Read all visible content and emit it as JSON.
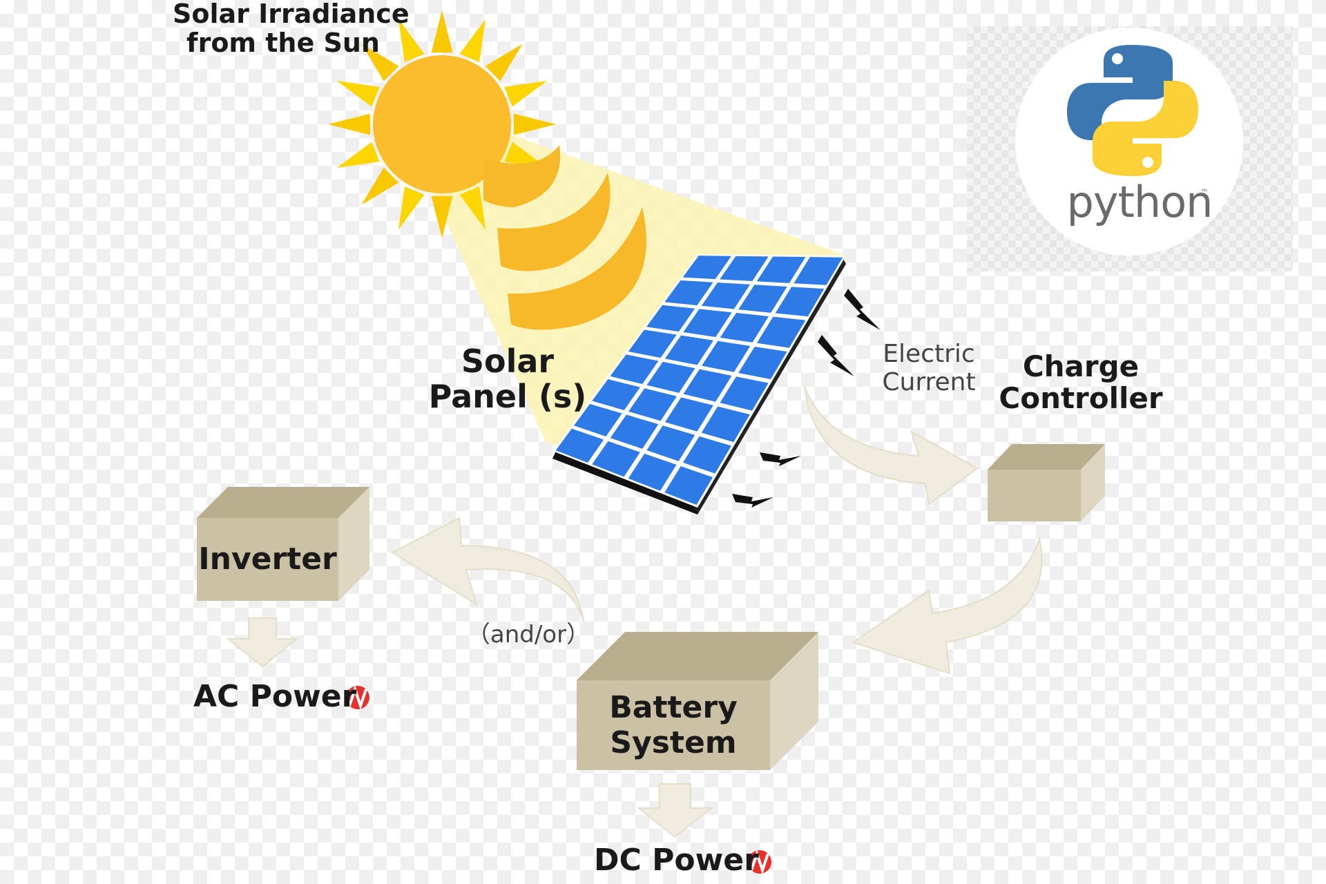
{
  "labels": {
    "sun": [
      "Solar Irradiance",
      "from the Sun"
    ],
    "panel": [
      "Solar",
      "Panel (s)"
    ],
    "electric": [
      "Electric",
      "Current"
    ],
    "charge": [
      "Charge",
      "Controller"
    ],
    "inverter": "Inverter",
    "battery": [
      "Battery",
      "System"
    ],
    "andor": "（and/or）",
    "ac": "AC Power",
    "dc": "DC Power"
  },
  "logo": {
    "word": "python",
    "tm": "™"
  },
  "colors": {
    "sun": "#fbbd2b",
    "sun_rays": "#fdd500",
    "beam": "#fbf4b6",
    "panel": "#2e7ae6",
    "box_front": "#cbc1a4",
    "box_side": "#ddd6c0",
    "box_top": "#b8ad8d",
    "arrow": "#efebde",
    "ac_dc_icon": "#e8312a",
    "python_blue": "#3c78b0",
    "python_yellow": "#fcd036"
  },
  "icons": [
    "sun-icon",
    "solar-panel-icon",
    "lightning-icon",
    "python-logo",
    "ac-power-icon",
    "dc-power-icon"
  ]
}
